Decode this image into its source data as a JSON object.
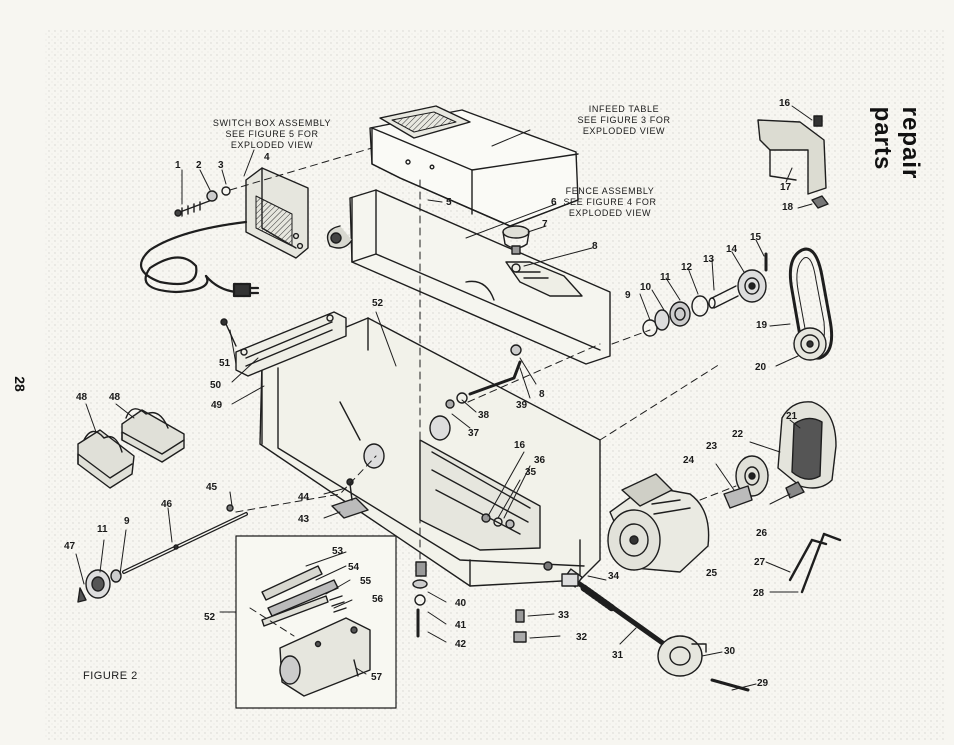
{
  "page_number": "28",
  "section_title": "repair parts",
  "figure_label": "FIGURE 2",
  "notes": {
    "switch_box": [
      "SWITCH BOX ASSEMBLY",
      "SEE FIGURE 5 FOR",
      "EXPLODED VIEW"
    ],
    "infeed_table": [
      "INFEED TABLE",
      "SEE FIGURE 3 FOR",
      "EXPLODED VIEW"
    ],
    "fence": [
      "FENCE ASSEMBLY",
      "SEE FIGURE 4 FOR",
      "EXPLODED VIEW"
    ]
  },
  "part_numbers": [
    {
      "id": "p1",
      "label": "1"
    },
    {
      "id": "p2",
      "label": "2"
    },
    {
      "id": "p3",
      "label": "3"
    },
    {
      "id": "p4",
      "label": "4"
    },
    {
      "id": "p5",
      "label": "5"
    },
    {
      "id": "p6",
      "label": "6"
    },
    {
      "id": "p7",
      "label": "7"
    },
    {
      "id": "p8a",
      "label": "8"
    },
    {
      "id": "p8b",
      "label": "8"
    },
    {
      "id": "p9a",
      "label": "9"
    },
    {
      "id": "p10",
      "label": "10"
    },
    {
      "id": "p11a",
      "label": "11"
    },
    {
      "id": "p12",
      "label": "12"
    },
    {
      "id": "p13",
      "label": "13"
    },
    {
      "id": "p14",
      "label": "14"
    },
    {
      "id": "p15",
      "label": "15"
    },
    {
      "id": "p16a",
      "label": "16"
    },
    {
      "id": "p17",
      "label": "17"
    },
    {
      "id": "p18",
      "label": "18"
    },
    {
      "id": "p19",
      "label": "19"
    },
    {
      "id": "p20",
      "label": "20"
    },
    {
      "id": "p21",
      "label": "21"
    },
    {
      "id": "p22",
      "label": "22"
    },
    {
      "id": "p23",
      "label": "23"
    },
    {
      "id": "p24",
      "label": "24"
    },
    {
      "id": "p25",
      "label": "25"
    },
    {
      "id": "p26",
      "label": "26"
    },
    {
      "id": "p27",
      "label": "27"
    },
    {
      "id": "p28",
      "label": "28"
    },
    {
      "id": "p29",
      "label": "29"
    },
    {
      "id": "p30",
      "label": "30"
    },
    {
      "id": "p31",
      "label": "31"
    },
    {
      "id": "p32",
      "label": "32"
    },
    {
      "id": "p33",
      "label": "33"
    },
    {
      "id": "p34",
      "label": "34"
    },
    {
      "id": "p35",
      "label": "35"
    },
    {
      "id": "p36",
      "label": "36"
    },
    {
      "id": "p16b",
      "label": "16"
    },
    {
      "id": "p37",
      "label": "37"
    },
    {
      "id": "p38",
      "label": "38"
    },
    {
      "id": "p39",
      "label": "39"
    },
    {
      "id": "p40",
      "label": "40"
    },
    {
      "id": "p41",
      "label": "41"
    },
    {
      "id": "p42",
      "label": "42"
    },
    {
      "id": "p43",
      "label": "43"
    },
    {
      "id": "p44",
      "label": "44"
    },
    {
      "id": "p45",
      "label": "45"
    },
    {
      "id": "p46",
      "label": "46"
    },
    {
      "id": "p47",
      "label": "47"
    },
    {
      "id": "p11b",
      "label": "11"
    },
    {
      "id": "p9b",
      "label": "9"
    },
    {
      "id": "p48a",
      "label": "48"
    },
    {
      "id": "p48b",
      "label": "48"
    },
    {
      "id": "p49",
      "label": "49"
    },
    {
      "id": "p50",
      "label": "50"
    },
    {
      "id": "p51",
      "label": "51"
    },
    {
      "id": "p52a",
      "label": "52"
    },
    {
      "id": "p52b",
      "label": "52"
    },
    {
      "id": "p53",
      "label": "53"
    },
    {
      "id": "p54",
      "label": "54"
    },
    {
      "id": "p55",
      "label": "55"
    },
    {
      "id": "p56",
      "label": "56"
    },
    {
      "id": "p57",
      "label": "57"
    }
  ]
}
